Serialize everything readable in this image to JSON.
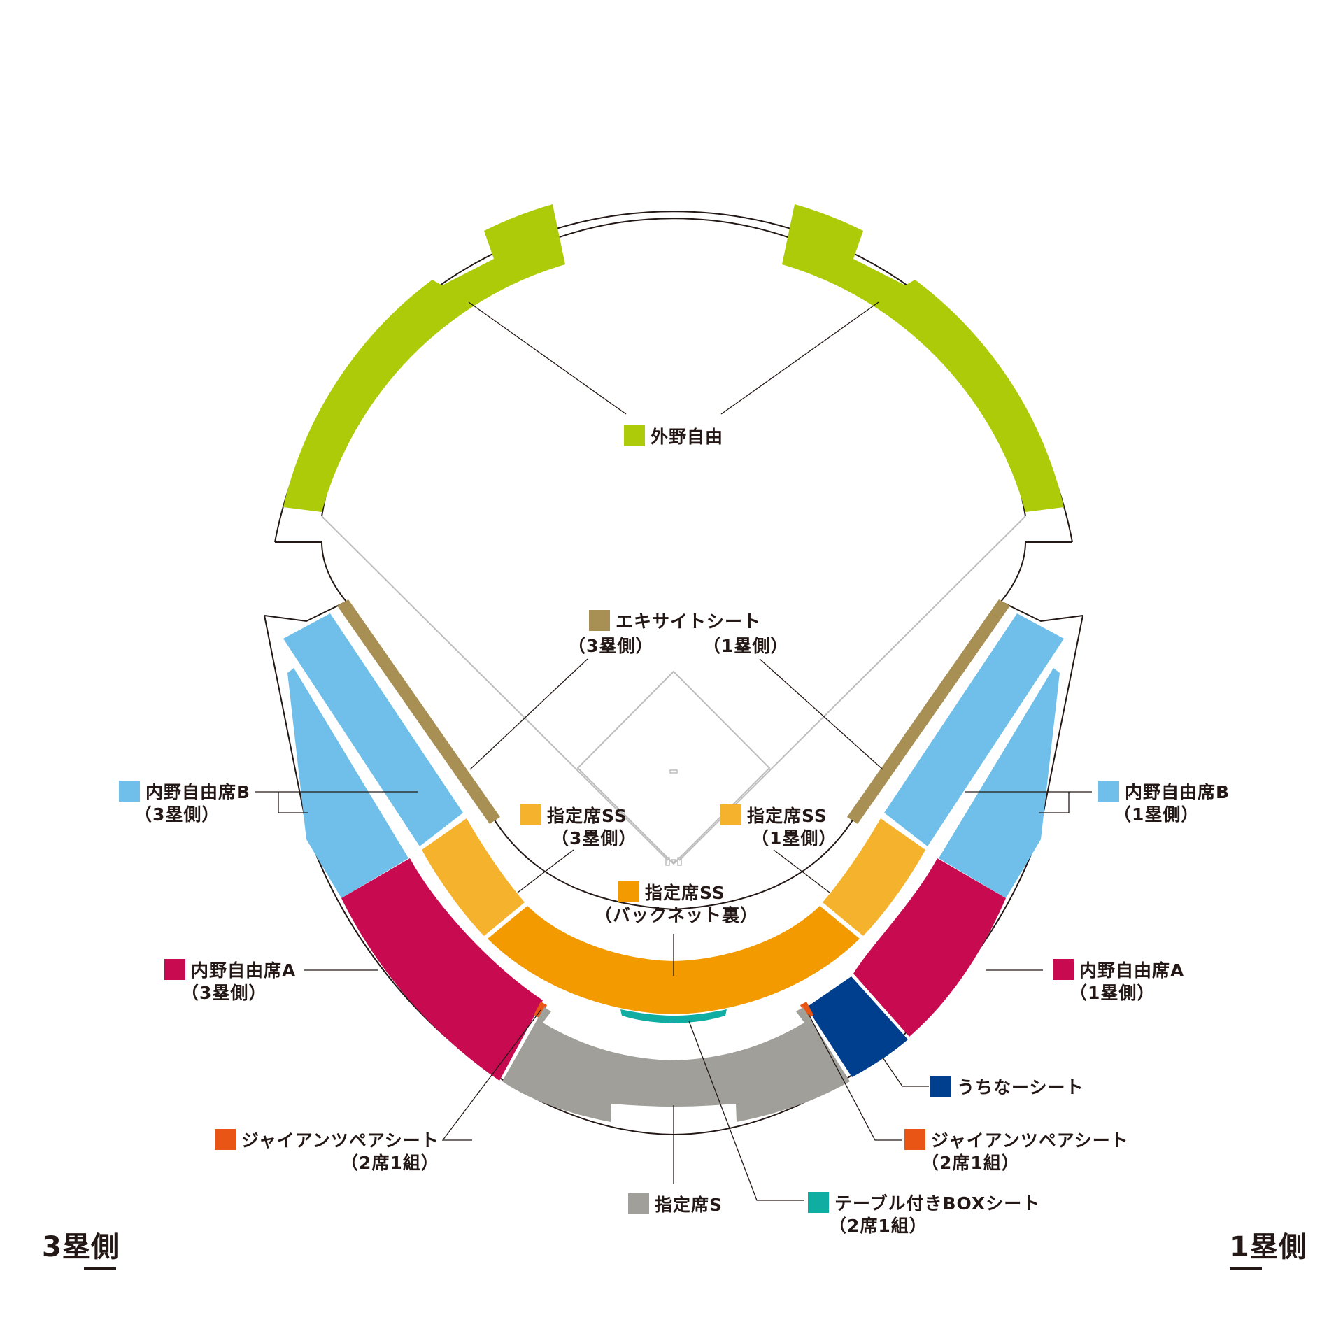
{
  "title": "Stadium seating map",
  "colors": {
    "outfield_free": "#adcb09",
    "excite_seat": "#a89055",
    "infield_free_b": "#6fbfea",
    "designated_ss_side": "#f5b32d",
    "designated_ss_back": "#f29a00",
    "infield_free_a": "#c80b50",
    "uchina_seat": "#003f8e",
    "giants_pair_seat": "#e95514",
    "designated_s": "#a09f9a",
    "table_box_seat": "#10ada3",
    "line": "#231815",
    "field_line": "#bdbdbd"
  },
  "sides": {
    "third_base": "3塁側",
    "first_base": "1塁側"
  },
  "legend": {
    "outfield_free": {
      "name": "外野自由",
      "sub": ""
    },
    "excite_seat": {
      "name": "エキサイトシート",
      "sub_left": "（3塁側）",
      "sub_right": "（1塁側）"
    },
    "infield_free_b_3b": {
      "name": "内野自由席B",
      "sub": "（3塁側）"
    },
    "infield_free_b_1b": {
      "name": "内野自由席B",
      "sub": "（1塁側）"
    },
    "designated_ss_3b": {
      "name": "指定席SS",
      "sub": "（3塁側）"
    },
    "designated_ss_1b": {
      "name": "指定席SS",
      "sub": "（1塁側）"
    },
    "designated_ss_back": {
      "name": "指定席SS",
      "sub": "（バックネット裏）"
    },
    "infield_free_a_3b": {
      "name": "内野自由席A",
      "sub": "（3塁側）"
    },
    "infield_free_a_1b": {
      "name": "内野自由席A",
      "sub": "（1塁側）"
    },
    "uchina_seat": {
      "name": "うちなーシート",
      "sub": ""
    },
    "giants_pair_3b": {
      "name": "ジャイアンツペアシート",
      "sub": "（2席1組）"
    },
    "giants_pair_1b": {
      "name": "ジャイアンツペアシート",
      "sub": "（2席1組）"
    },
    "designated_s": {
      "name": "指定席S",
      "sub": ""
    },
    "table_box": {
      "name": "テーブル付きBOXシート",
      "sub": "（2席1組）"
    }
  }
}
